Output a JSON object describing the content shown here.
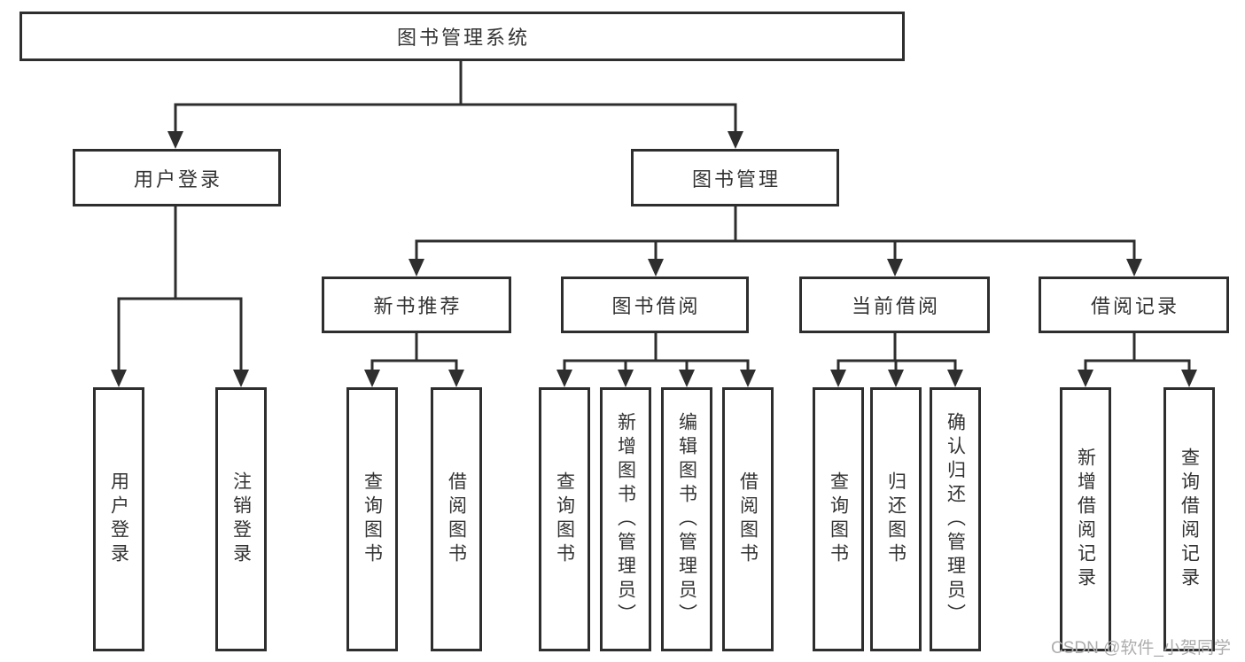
{
  "tree": {
    "root": "图书管理系统",
    "branches": [
      {
        "label": "用户登录",
        "leaves": [
          "用户登录",
          "注销登录"
        ]
      },
      {
        "label": "图书管理",
        "groups": [
          {
            "label": "新书推荐",
            "leaves": [
              "查询图书",
              "借阅图书"
            ]
          },
          {
            "label": "图书借阅",
            "leaves": [
              "查询图书",
              "新增图书（管理员）",
              "编辑图书（管理员）",
              "借阅图书"
            ]
          },
          {
            "label": "当前借阅",
            "leaves": [
              "查询图书",
              "归还图书",
              "确认归还（管理员）"
            ]
          },
          {
            "label": "借阅记录",
            "leaves": [
              "新增借阅记录",
              "查询借阅记录"
            ]
          }
        ]
      }
    ]
  },
  "watermark": "CSDN @软件_小贺同学",
  "colors": {
    "line": "#2e2e2e",
    "text": "#333333",
    "background": "#ffffff",
    "watermark": "#adadad"
  }
}
